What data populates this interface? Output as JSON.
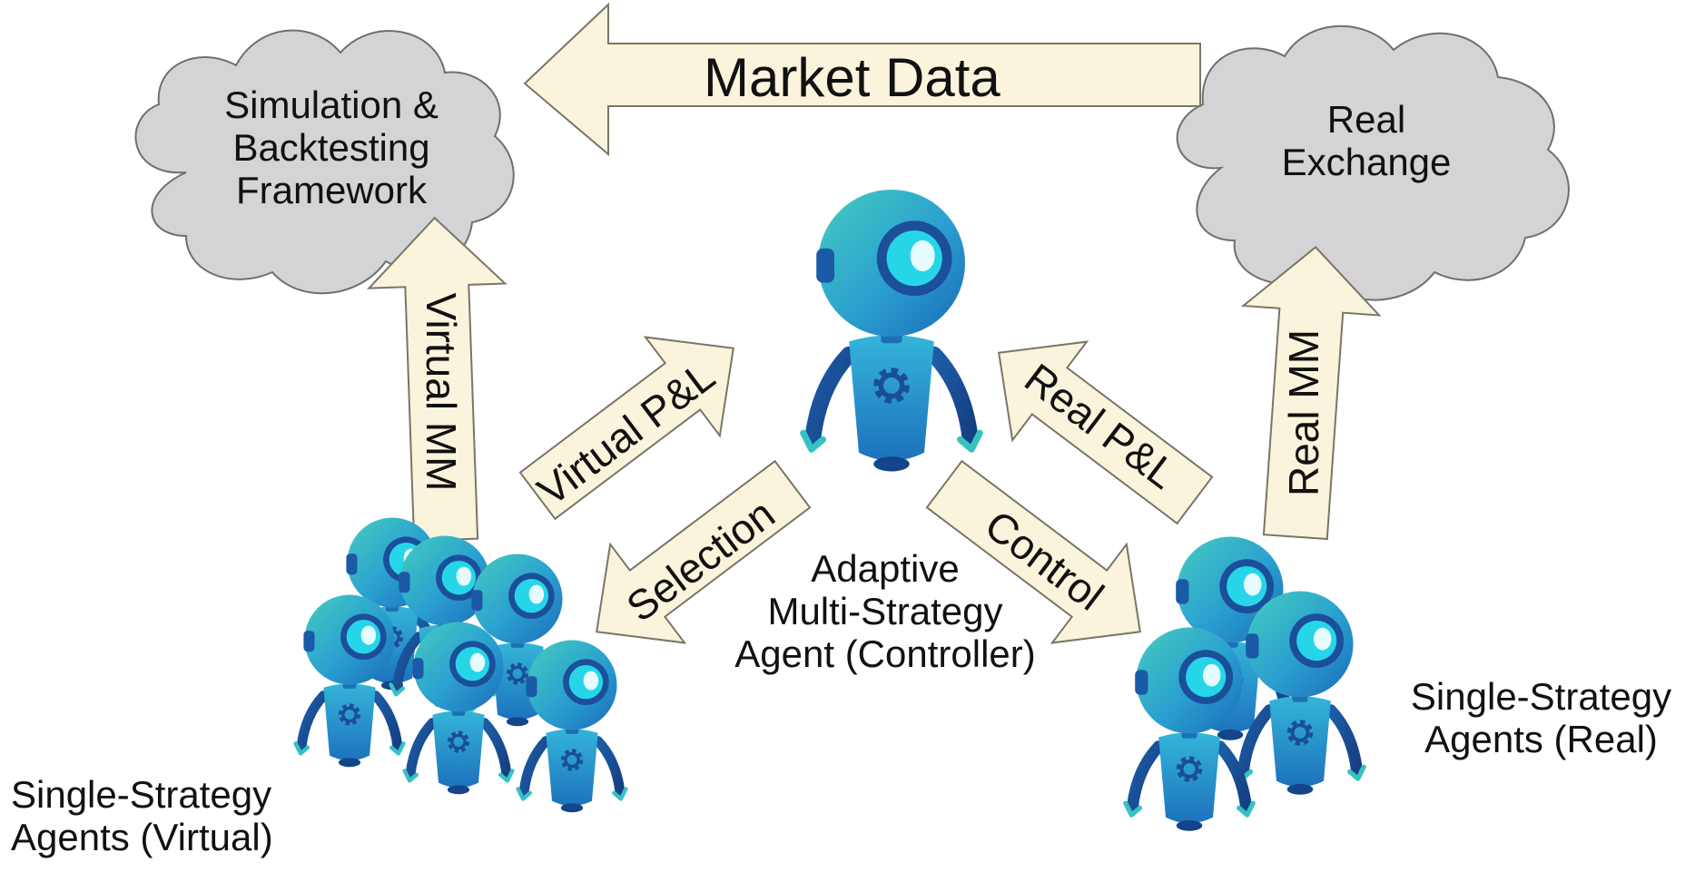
{
  "clouds": {
    "sim": "Simulation &\nBacktesting\nFramework",
    "exchange": "Real\nExchange"
  },
  "arrows": {
    "market_data": "Market Data",
    "virtual_mm": "Virtual MM",
    "virtual_pl": "Virtual P&L",
    "selection": "Selection",
    "real_pl": "Real P&L",
    "control": "Control",
    "real_mm": "Real MM"
  },
  "agents": {
    "controller": "Adaptive\nMulti-Strategy\nAgent (Controller)",
    "virtual": "Single-Strategy\nAgents (Virtual)",
    "real": "Single-Strategy\nAgents (Real)"
  },
  "colors": {
    "cloud_fill": "#d4d4d6",
    "arrow_fill": "#fbf4dc",
    "robot_blue": "#2389c9",
    "robot_teal": "#33c0c0"
  }
}
